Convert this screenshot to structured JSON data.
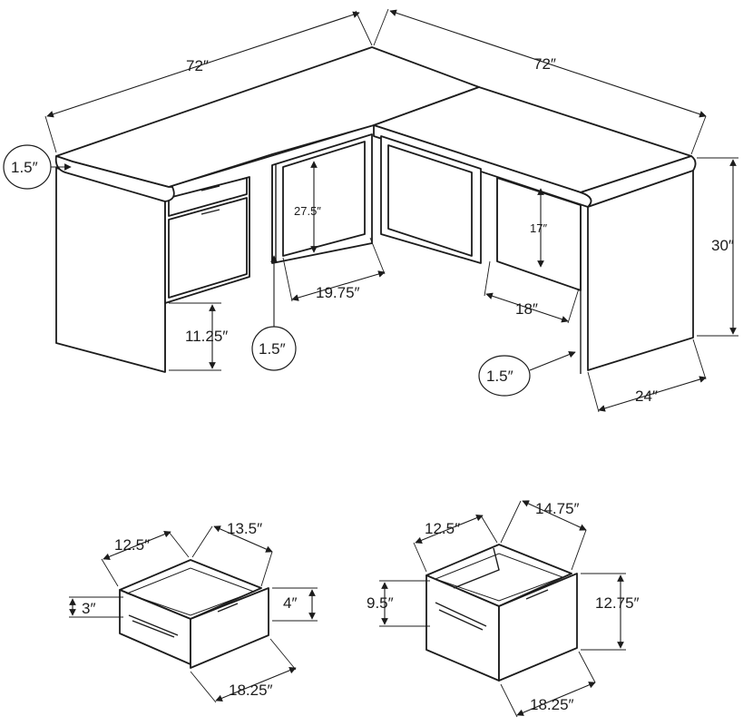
{
  "desk": {
    "width_left": "72″",
    "width_right": "72″",
    "top_thickness": "1.5″",
    "height": "30″",
    "depth": "24″",
    "opening_height_left": "27.5″",
    "opening_width_left": "19.75″",
    "drawer_clearance": "11.25″",
    "panel_thickness_mid": "1.5″",
    "opening_height_right": "17″",
    "opening_width_right": "18″",
    "panel_thickness_right": "1.5″"
  },
  "small_drawer": {
    "inner_width": "12.5″",
    "inner_depth": "13.5″",
    "inner_height": "3″",
    "outer_height": "4″",
    "outer_width": "18.25″"
  },
  "large_drawer": {
    "inner_width": "12.5″",
    "inner_depth": "14.75″",
    "inner_height": "9.5″",
    "outer_height": "12.75″",
    "outer_width": "18.25″"
  },
  "colors": {
    "line": "#1c1c1c",
    "background": "#ffffff"
  }
}
